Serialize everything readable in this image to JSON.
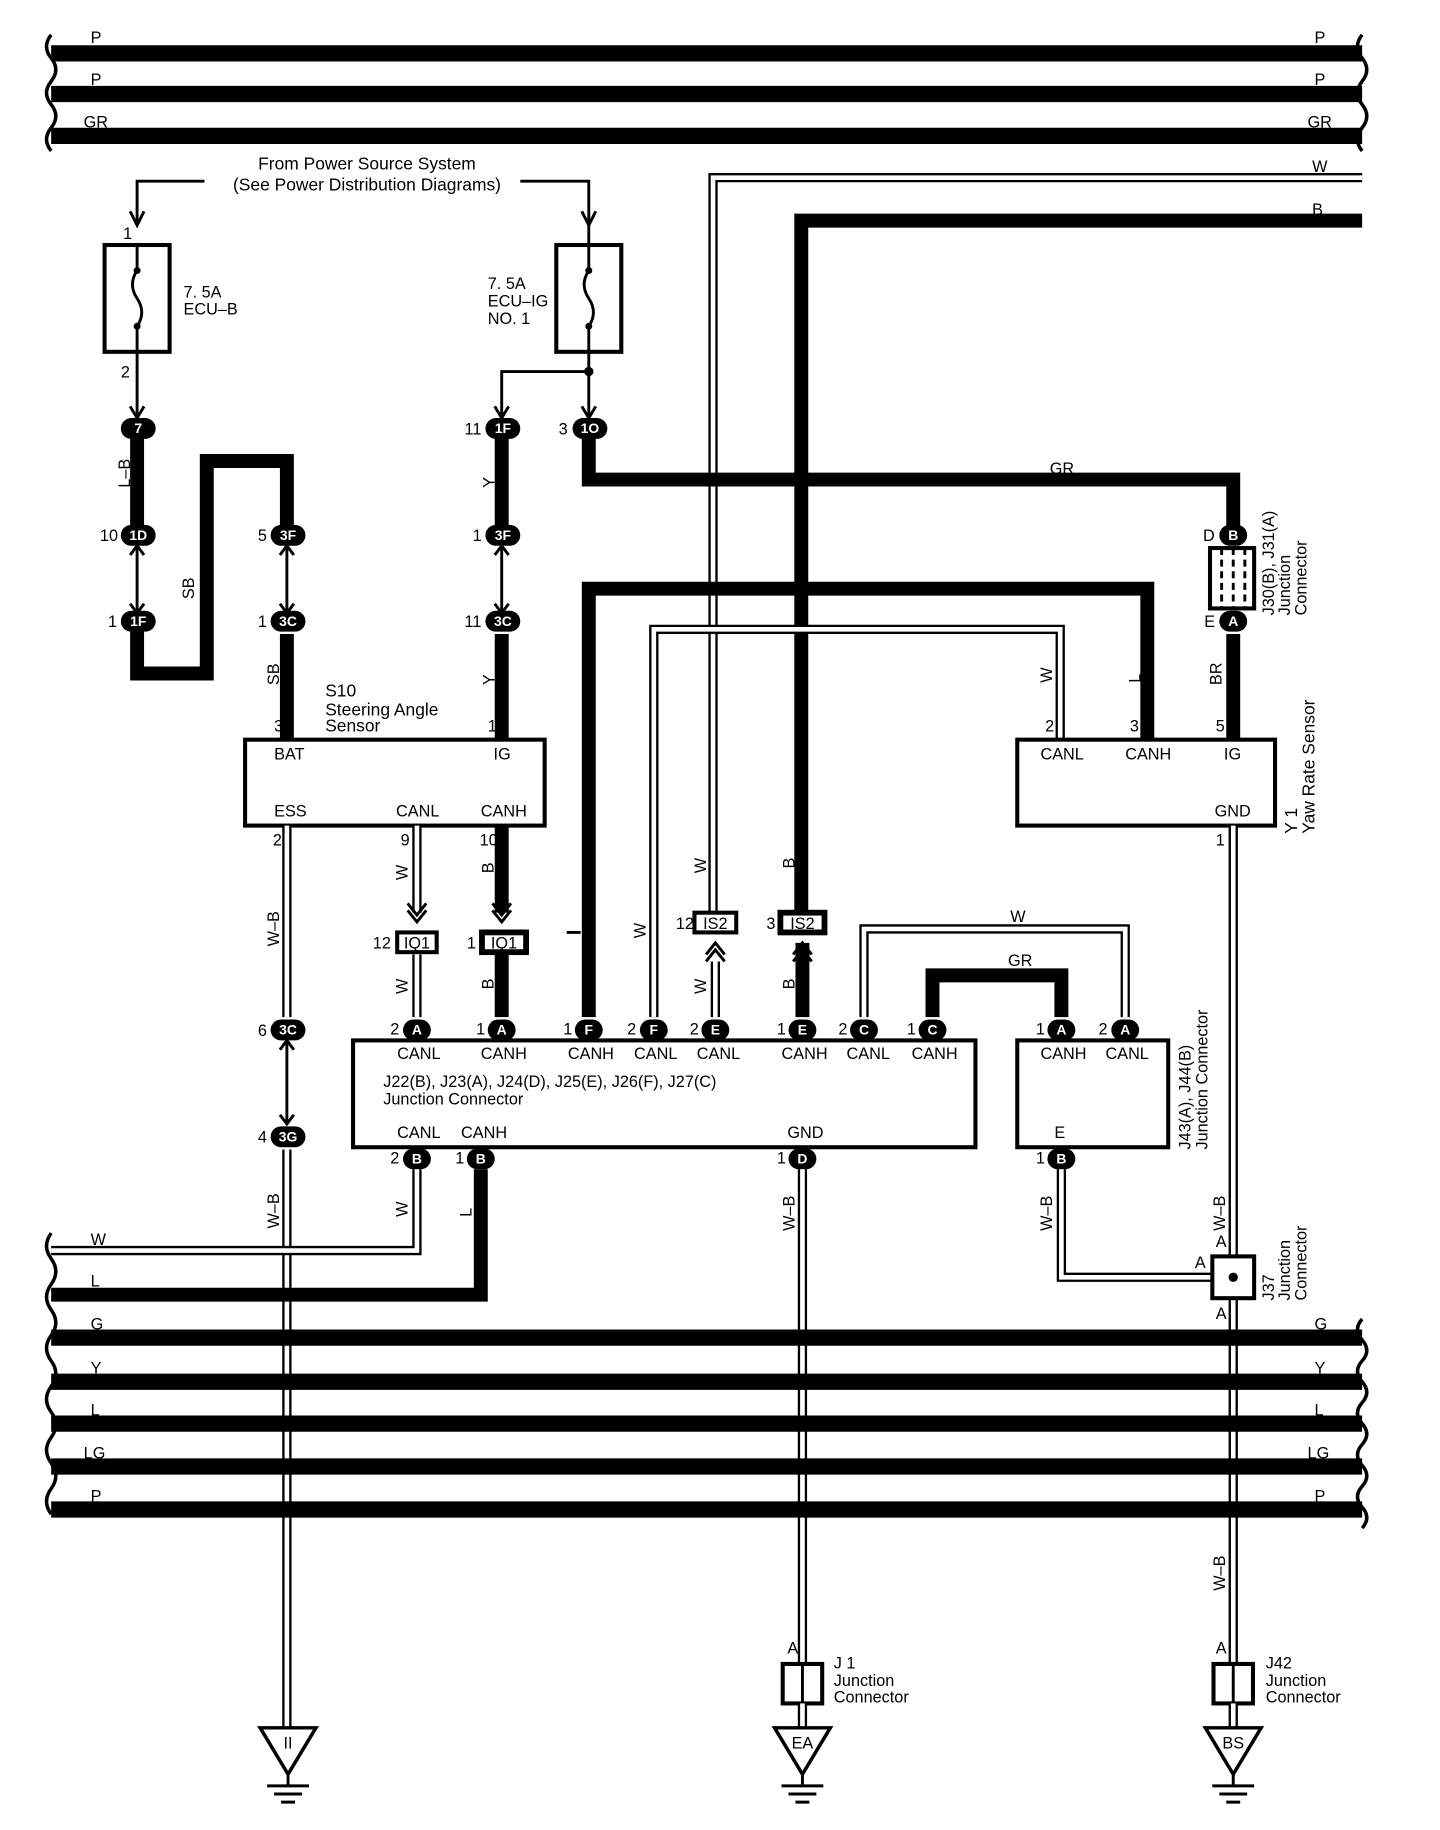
{
  "top_bus": [
    "P",
    "P",
    "GR"
  ],
  "bottom_bus": [
    "W",
    "L",
    "G",
    "Y",
    "L",
    "LG",
    "P"
  ],
  "power_source": {
    "line1": "From Power Source System",
    "line2": "(See Power Distribution Diagrams)"
  },
  "fuses": {
    "ecu_b": {
      "rating": "7. 5A",
      "name": "ECU–B",
      "pin_in": "1",
      "pin_out": "2"
    },
    "ecu_ig": {
      "rating": "7. 5A",
      "name": "ECU–IG",
      "name2": "NO. 1"
    }
  },
  "connectors": {
    "c7": "7",
    "c1D": "1D",
    "c1F_top": "1F",
    "c3F_left": "3F",
    "c3C_left": "3C",
    "c1F_ig": "1F",
    "c1O": "1O",
    "c3F_ig": "3F",
    "c3C_ig": "3C",
    "c3C_ess": "3C",
    "c3G": "3G",
    "IQ1": "IQ1",
    "IS2": "IS2",
    "jA": "A",
    "jF": "F",
    "jE": "E",
    "jC": "C",
    "jB": "B",
    "jD": "D"
  },
  "pins": {
    "p10": "10",
    "p1": "1",
    "p5": "5",
    "p11": "11",
    "p3": "3",
    "p2": "2",
    "p9": "9",
    "p12": "12",
    "p6": "6",
    "p4": "4",
    "pD": "D",
    "pE": "E",
    "pA": "A"
  },
  "wires": {
    "LB": "L–B",
    "SB": "SB",
    "Y": "Y",
    "W": "W",
    "B": "B",
    "WB": "W–B",
    "GR": "GR",
    "L": "L",
    "BR": "BR"
  },
  "steering_sensor": {
    "code": "S10",
    "name1": "Steering Angle",
    "name2": "Sensor",
    "bat": "BAT",
    "ig": "IG",
    "ess": "ESS",
    "canl": "CANL",
    "canh": "CANH"
  },
  "yaw_sensor": {
    "code": "Y 1",
    "name": "Yaw Rate Sensor",
    "canl": "CANL",
    "canh": "CANH",
    "ig": "IG",
    "gnd": "GND"
  },
  "junction_main": {
    "title": "J22(B), J23(A), J24(D), J25(E), J26(F), J27(C)",
    "subtitle": "Junction Connector",
    "canl": "CANL",
    "canh": "CANH",
    "gnd": "GND"
  },
  "junction_j43": {
    "title": "J43(A), J44(B)",
    "subtitle": "Junction Connector",
    "canh": "CANH",
    "canl": "CANL",
    "e": "E"
  },
  "junction_j30": {
    "title": "J30(B), J31(A)",
    "subtitle1": "Junction",
    "subtitle2": "Connector"
  },
  "junction_j37": {
    "code": "J37",
    "subtitle1": "Junction",
    "subtitle2": "Connector"
  },
  "junction_j1": {
    "code": "J 1",
    "subtitle1": "Junction",
    "subtitle2": "Connector"
  },
  "junction_j42": {
    "code": "J42",
    "subtitle1": "Junction",
    "subtitle2": "Connector"
  },
  "grounds": {
    "left": "II",
    "mid": "EA",
    "right": "BS"
  }
}
